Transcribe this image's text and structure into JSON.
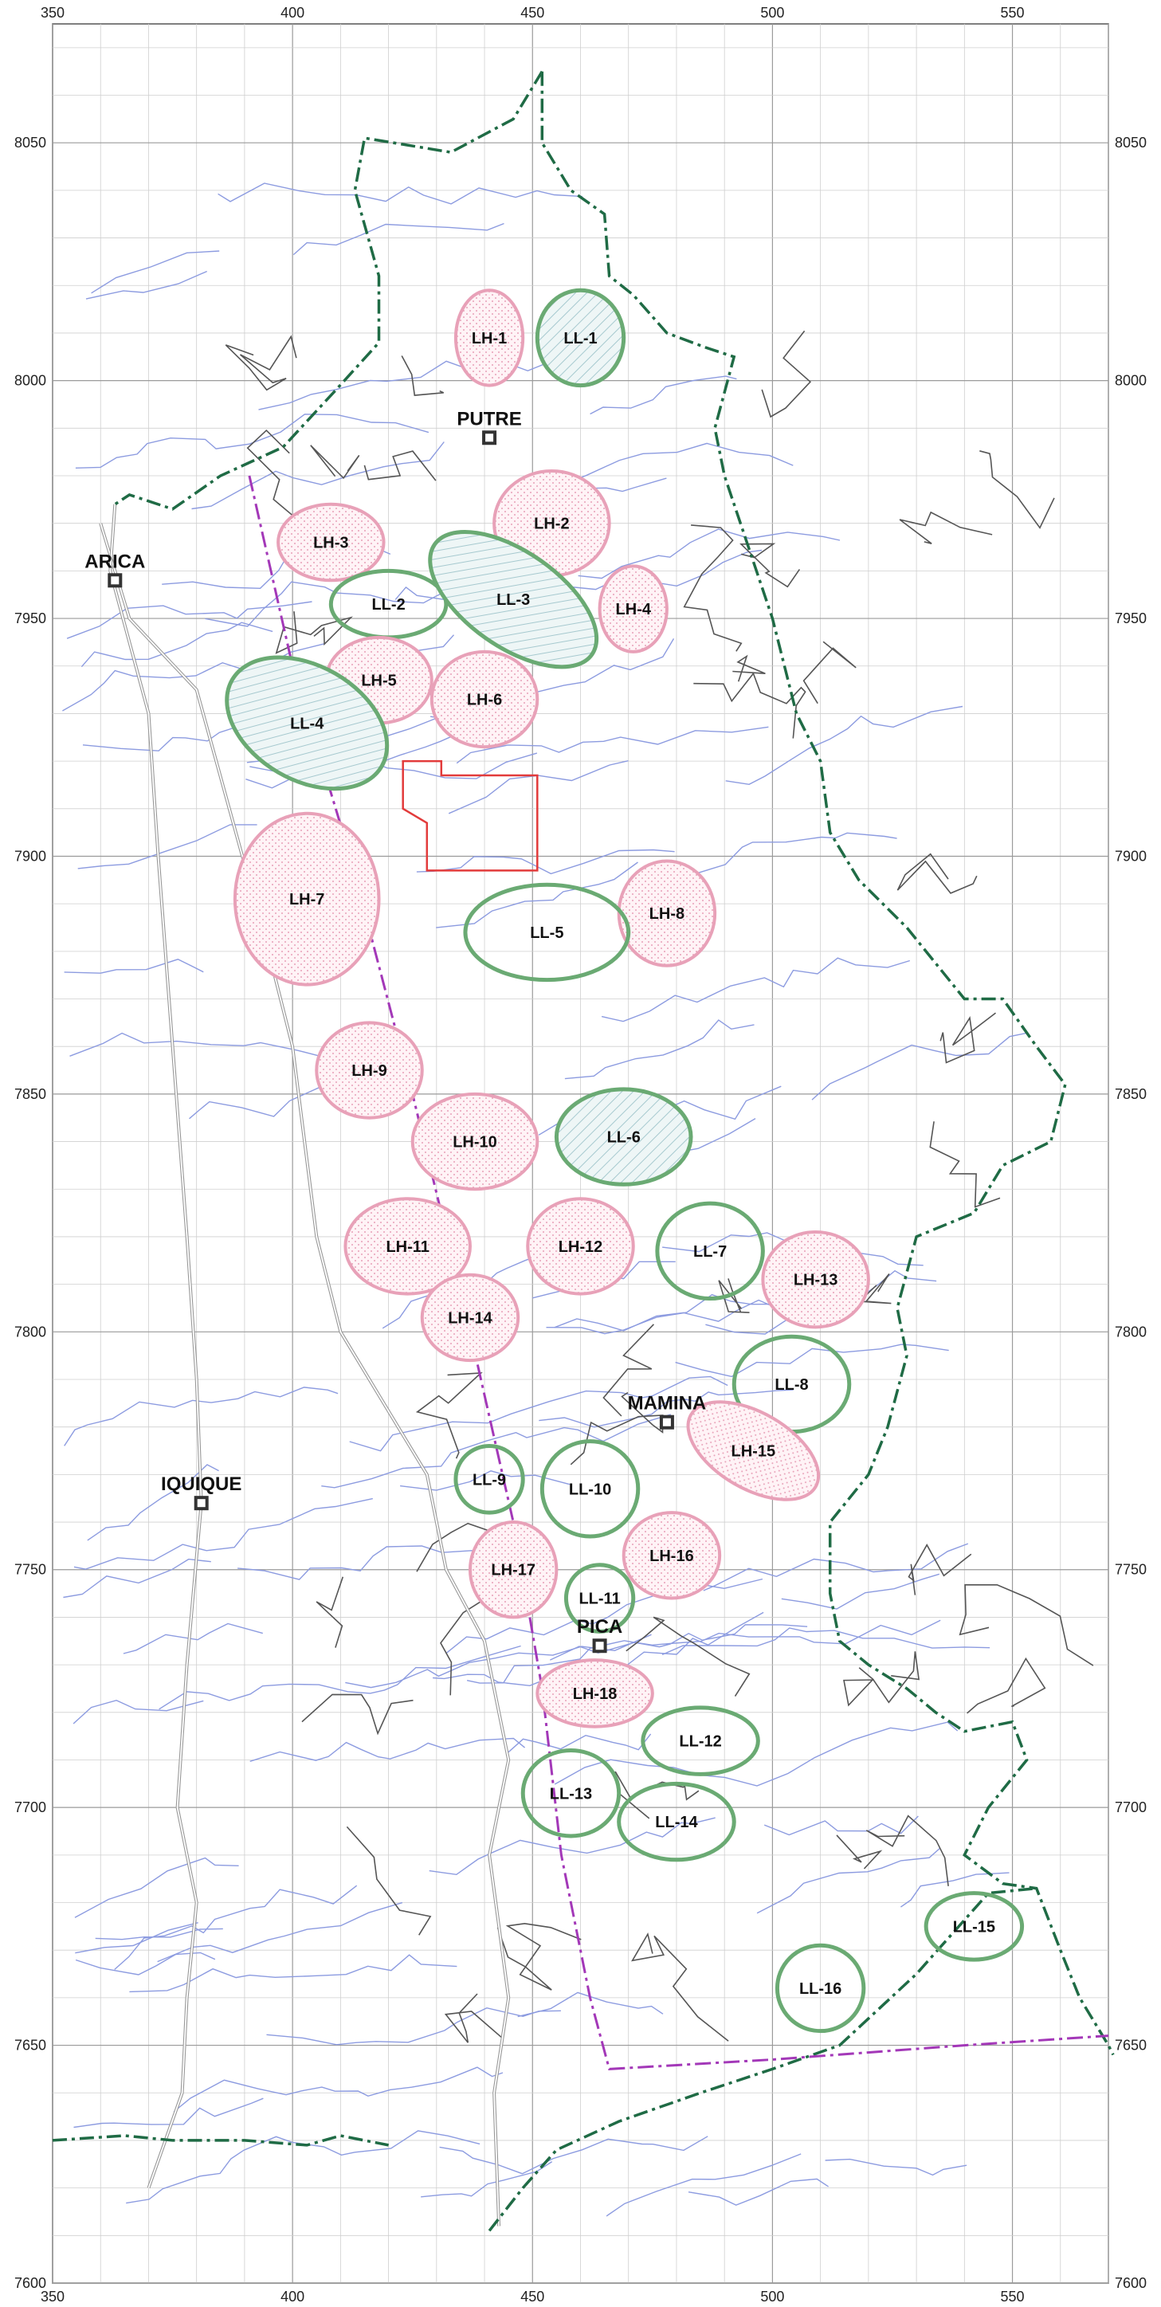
{
  "axes": {
    "x_ticks": [
      "350",
      "400",
      "450",
      "500",
      "550"
    ],
    "y_ticks": [
      "8050",
      "8000",
      "7950",
      "7900",
      "7850",
      "7800",
      "7750",
      "7700",
      "7650",
      "7600"
    ]
  },
  "cities": [
    {
      "name": "PUTRE",
      "x": 441,
      "y": 7988
    },
    {
      "name": "ARICA",
      "x": 363,
      "y": 7958
    },
    {
      "name": "MAMINA",
      "x": 478,
      "y": 7781
    },
    {
      "name": "IQUIQUE",
      "x": 381,
      "y": 7764
    },
    {
      "name": "PICA",
      "x": 464,
      "y": 7734
    }
  ],
  "zones": [
    {
      "id": "LH-1",
      "kind": "LH",
      "fill": true,
      "cx": 441,
      "cy": 8009,
      "rx": 7,
      "ry": 10
    },
    {
      "id": "LL-1",
      "kind": "LL",
      "fill": true,
      "cx": 460,
      "cy": 8009,
      "rx": 9,
      "ry": 10
    },
    {
      "id": "LH-2",
      "kind": "LH",
      "fill": true,
      "cx": 454,
      "cy": 7970,
      "rx": 12,
      "ry": 11
    },
    {
      "id": "LH-3",
      "kind": "LH",
      "fill": true,
      "cx": 408,
      "cy": 7966,
      "rx": 11,
      "ry": 8
    },
    {
      "id": "LL-2",
      "kind": "LL",
      "fill": false,
      "cx": 420,
      "cy": 7953,
      "rx": 12,
      "ry": 7
    },
    {
      "id": "LL-3",
      "kind": "LL",
      "fill": true,
      "cx": 446,
      "cy": 7954,
      "rx": 20,
      "ry": 10,
      "rot": 35
    },
    {
      "id": "LH-4",
      "kind": "LH",
      "fill": true,
      "cx": 471,
      "cy": 7952,
      "rx": 7,
      "ry": 9
    },
    {
      "id": "LH-5",
      "kind": "LH",
      "fill": true,
      "cx": 418,
      "cy": 7937,
      "rx": 11,
      "ry": 9
    },
    {
      "id": "LH-6",
      "kind": "LH",
      "fill": true,
      "cx": 440,
      "cy": 7933,
      "rx": 11,
      "ry": 10
    },
    {
      "id": "LL-4",
      "kind": "LL",
      "fill": true,
      "cx": 403,
      "cy": 7928,
      "rx": 18,
      "ry": 12,
      "rot": 30
    },
    {
      "id": "LH-7",
      "kind": "LH",
      "fill": true,
      "cx": 403,
      "cy": 7891,
      "rx": 15,
      "ry": 18
    },
    {
      "id": "LH-8",
      "kind": "LH",
      "fill": true,
      "cx": 478,
      "cy": 7888,
      "rx": 10,
      "ry": 11
    },
    {
      "id": "LL-5",
      "kind": "LL",
      "fill": false,
      "cx": 453,
      "cy": 7884,
      "rx": 17,
      "ry": 10
    },
    {
      "id": "LH-9",
      "kind": "LH",
      "fill": true,
      "cx": 416,
      "cy": 7855,
      "rx": 11,
      "ry": 10
    },
    {
      "id": "LH-10",
      "kind": "LH",
      "fill": true,
      "cx": 438,
      "cy": 7840,
      "rx": 13,
      "ry": 10
    },
    {
      "id": "LL-6",
      "kind": "LL",
      "fill": true,
      "cx": 469,
      "cy": 7841,
      "rx": 14,
      "ry": 10
    },
    {
      "id": "LH-11",
      "kind": "LH",
      "fill": true,
      "cx": 424,
      "cy": 7818,
      "rx": 13,
      "ry": 10
    },
    {
      "id": "LH-12",
      "kind": "LH",
      "fill": true,
      "cx": 460,
      "cy": 7818,
      "rx": 11,
      "ry": 10
    },
    {
      "id": "LL-7",
      "kind": "LL",
      "fill": false,
      "cx": 487,
      "cy": 7817,
      "rx": 11,
      "ry": 10
    },
    {
      "id": "LH-13",
      "kind": "LH",
      "fill": true,
      "cx": 509,
      "cy": 7811,
      "rx": 11,
      "ry": 10
    },
    {
      "id": "LH-14",
      "kind": "LH",
      "fill": true,
      "cx": 437,
      "cy": 7803,
      "rx": 10,
      "ry": 9
    },
    {
      "id": "LL-8",
      "kind": "LL",
      "fill": false,
      "cx": 504,
      "cy": 7789,
      "rx": 12,
      "ry": 10
    },
    {
      "id": "LH-15",
      "kind": "LH",
      "fill": true,
      "cx": 496,
      "cy": 7775,
      "rx": 15,
      "ry": 8,
      "rot": 30
    },
    {
      "id": "LL-9",
      "kind": "LL",
      "fill": false,
      "cx": 441,
      "cy": 7769,
      "rx": 7,
      "ry": 7
    },
    {
      "id": "LL-10",
      "kind": "LL",
      "fill": false,
      "cx": 462,
      "cy": 7767,
      "rx": 10,
      "ry": 10
    },
    {
      "id": "LH-16",
      "kind": "LH",
      "fill": true,
      "cx": 479,
      "cy": 7753,
      "rx": 10,
      "ry": 9
    },
    {
      "id": "LH-17",
      "kind": "LH",
      "fill": true,
      "cx": 446,
      "cy": 7750,
      "rx": 9,
      "ry": 10
    },
    {
      "id": "LL-11",
      "kind": "LL",
      "fill": false,
      "cx": 464,
      "cy": 7744,
      "rx": 7,
      "ry": 7
    },
    {
      "id": "LH-18",
      "kind": "LH",
      "fill": true,
      "cx": 463,
      "cy": 7724,
      "rx": 12,
      "ry": 7
    },
    {
      "id": "LL-12",
      "kind": "LL",
      "fill": false,
      "cx": 485,
      "cy": 7714,
      "rx": 12,
      "ry": 7
    },
    {
      "id": "LL-13",
      "kind": "LL",
      "fill": false,
      "cx": 458,
      "cy": 7703,
      "rx": 10,
      "ry": 9
    },
    {
      "id": "LL-14",
      "kind": "LL",
      "fill": false,
      "cx": 480,
      "cy": 7697,
      "rx": 12,
      "ry": 8
    },
    {
      "id": "LL-15",
      "kind": "LL",
      "fill": false,
      "cx": 542,
      "cy": 7675,
      "rx": 10,
      "ry": 7
    },
    {
      "id": "LL-16",
      "kind": "LL",
      "fill": false,
      "cx": 510,
      "cy": 7662,
      "rx": 9,
      "ry": 9
    }
  ],
  "border_points": [
    [
      452,
      8065
    ],
    [
      446,
      8055
    ],
    [
      433,
      8048
    ],
    [
      415,
      8051
    ],
    [
      413,
      8040
    ],
    [
      418,
      8022
    ],
    [
      418,
      8008
    ],
    [
      409,
      7998
    ],
    [
      398,
      7986
    ],
    [
      385,
      7980
    ],
    [
      375,
      7973
    ],
    [
      366,
      7976
    ],
    [
      363,
      7974
    ]
  ],
  "border_east_points": [
    [
      452,
      8065
    ],
    [
      452,
      8050
    ],
    [
      458,
      8040
    ],
    [
      465,
      8035
    ],
    [
      466,
      8022
    ],
    [
      471,
      8018
    ],
    [
      478,
      8010
    ],
    [
      486,
      8007
    ],
    [
      492,
      8005
    ],
    [
      488,
      7990
    ],
    [
      490,
      7980
    ],
    [
      500,
      7950
    ],
    [
      505,
      7930
    ],
    [
      510,
      7920
    ],
    [
      512,
      7905
    ],
    [
      518,
      7895
    ],
    [
      528,
      7885
    ],
    [
      540,
      7870
    ],
    [
      548,
      7870
    ],
    [
      555,
      7860
    ],
    [
      561,
      7852
    ],
    [
      558,
      7840
    ],
    [
      548,
      7835
    ],
    [
      542,
      7825
    ],
    [
      530,
      7820
    ],
    [
      526,
      7805
    ],
    [
      528,
      7795
    ],
    [
      524,
      7780
    ],
    [
      520,
      7770
    ],
    [
      512,
      7760
    ],
    [
      512,
      7745
    ],
    [
      514,
      7735
    ],
    [
      520,
      7730
    ],
    [
      528,
      7725
    ],
    [
      534,
      7720
    ],
    [
      540,
      7716
    ],
    [
      550,
      7718
    ],
    [
      553,
      7710
    ],
    [
      545,
      7700
    ],
    [
      540,
      7690
    ],
    [
      548,
      7684
    ],
    [
      555,
      7683
    ],
    [
      560,
      7670
    ],
    [
      564,
      7660
    ],
    [
      570,
      7650
    ],
    [
      571,
      7648
    ]
  ],
  "border_south_points": [
    [
      441,
      7611
    ],
    [
      448,
      7620
    ],
    [
      455,
      7628
    ],
    [
      468,
      7634
    ],
    [
      485,
      7640
    ],
    [
      500,
      7645
    ],
    [
      514,
      7650
    ],
    [
      530,
      7665
    ],
    [
      545,
      7682
    ],
    [
      555,
      7683
    ]
  ],
  "border_northsouth_points": [
    [
      350,
      7630
    ],
    [
      365,
      7631
    ],
    [
      375,
      7630
    ],
    [
      390,
      7630
    ],
    [
      403,
      7629
    ],
    [
      410,
      7631
    ],
    [
      420,
      7629
    ]
  ],
  "purple_points": [
    [
      391,
      7980
    ],
    [
      400,
      7940
    ],
    [
      412,
      7900
    ],
    [
      425,
      7850
    ],
    [
      437,
      7800
    ],
    [
      446,
      7760
    ],
    [
      452,
      7725
    ],
    [
      456,
      7690
    ],
    [
      462,
      7660
    ],
    [
      466,
      7645
    ],
    [
      500,
      7647
    ],
    [
      540,
      7650
    ],
    [
      570,
      7652
    ]
  ],
  "red_box": [
    [
      423,
      7920
    ],
    [
      431,
      7920
    ],
    [
      431,
      7917
    ],
    [
      451,
      7917
    ],
    [
      451,
      7897
    ],
    [
      428,
      7897
    ],
    [
      428,
      7907
    ],
    [
      423,
      7910
    ]
  ]
}
